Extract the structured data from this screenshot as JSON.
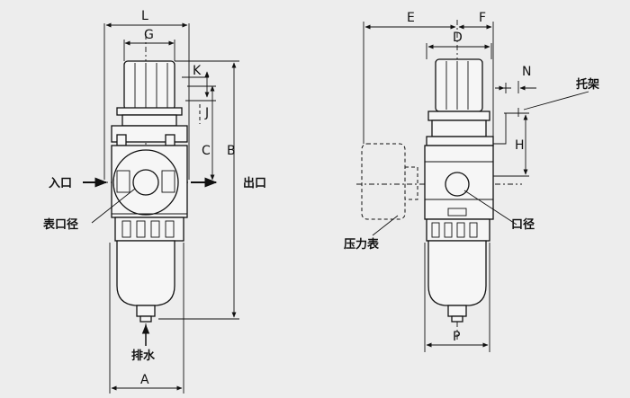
{
  "dimensions": {
    "L": "L",
    "G": "G",
    "K": "K",
    "J": "J",
    "C": "C",
    "B": "B",
    "A": "A",
    "E": "E",
    "F": "F",
    "D": "D",
    "N": "N",
    "H": "H",
    "P": "P"
  },
  "labels": {
    "inlet": "入口",
    "outlet": "出口",
    "gauge_port": "表口径",
    "drain": "排水",
    "bracket": "托架",
    "pressure_gauge": "压力表",
    "port": "口径"
  }
}
